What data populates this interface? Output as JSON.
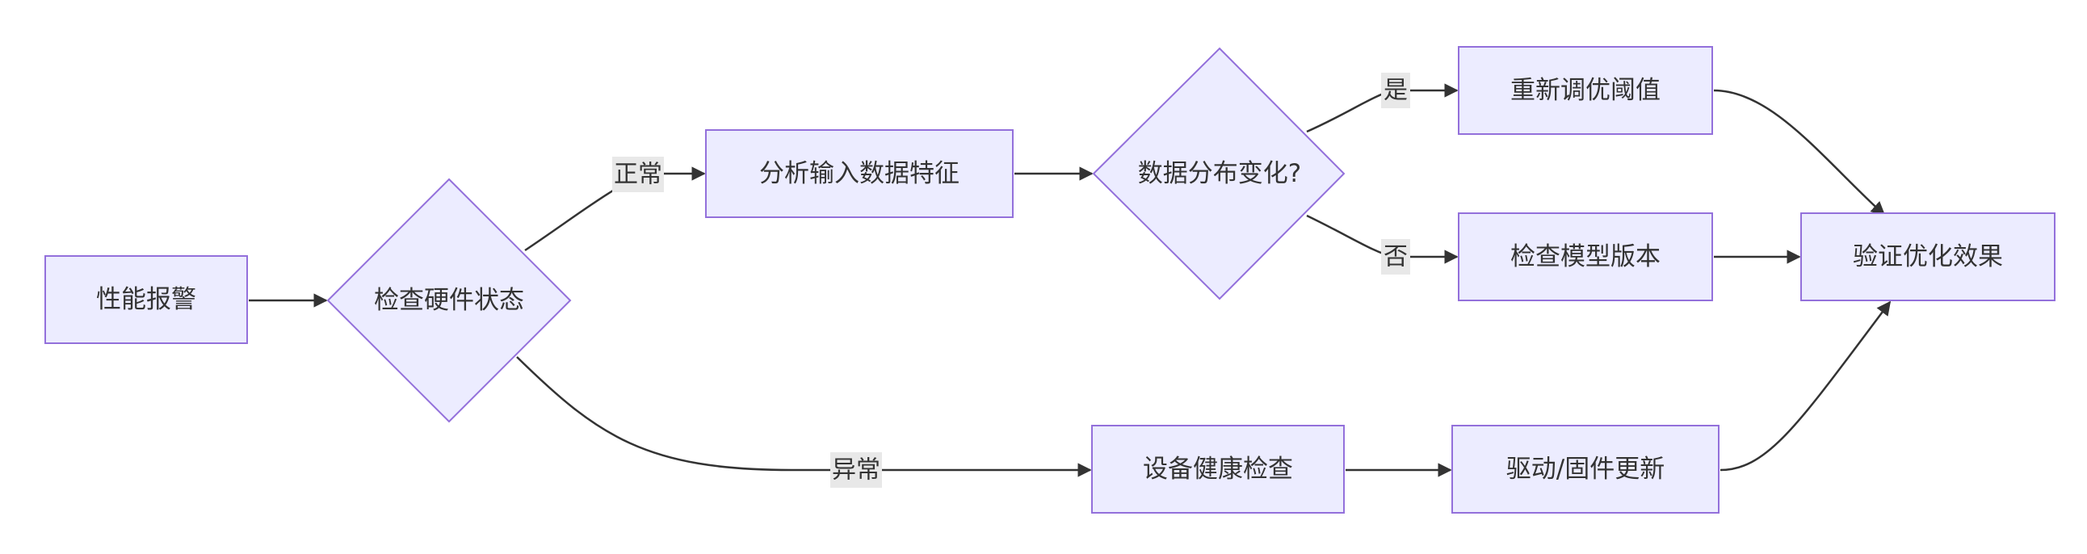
{
  "diagram": {
    "nodes": {
      "alert": "性能报警",
      "check_hw": "检查硬件状态",
      "analyze_input": "分析输入数据特征",
      "dist_change": "数据分布变化?",
      "retune": "重新调优阈值",
      "check_model": "检查模型版本",
      "verify": "验证优化效果",
      "device_health": "设备健康检查",
      "driver_update": "驱动/固件更新"
    },
    "edge_labels": {
      "normal": "正常",
      "abnormal": "异常",
      "yes": "是",
      "no": "否"
    },
    "colors": {
      "node_fill": "#ececff",
      "node_stroke": "#9370db",
      "edge": "#333333",
      "label_bg": "#e8e8e8"
    }
  }
}
